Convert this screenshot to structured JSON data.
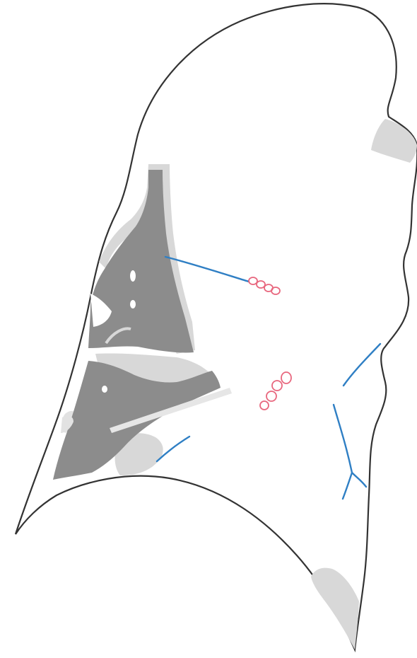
{
  "diagram": {
    "type": "anatomical-line-drawing",
    "subject": "lung-section-outline",
    "labels": [],
    "colors": {
      "background": "#ffffff",
      "outline": "#333333",
      "tissue_fill": "#ffffff",
      "light_gray_region": "#d8d8d8",
      "dark_gray_region": "#8c8c8c",
      "blue_vessel": "#2f7fc4",
      "red_chain": "#e8677e"
    },
    "region_counts": {
      "dark_gray_masses": 2,
      "light_gray_patches": 6,
      "blue_vessel_strokes": 5,
      "red_chain_markers": 2
    }
  }
}
